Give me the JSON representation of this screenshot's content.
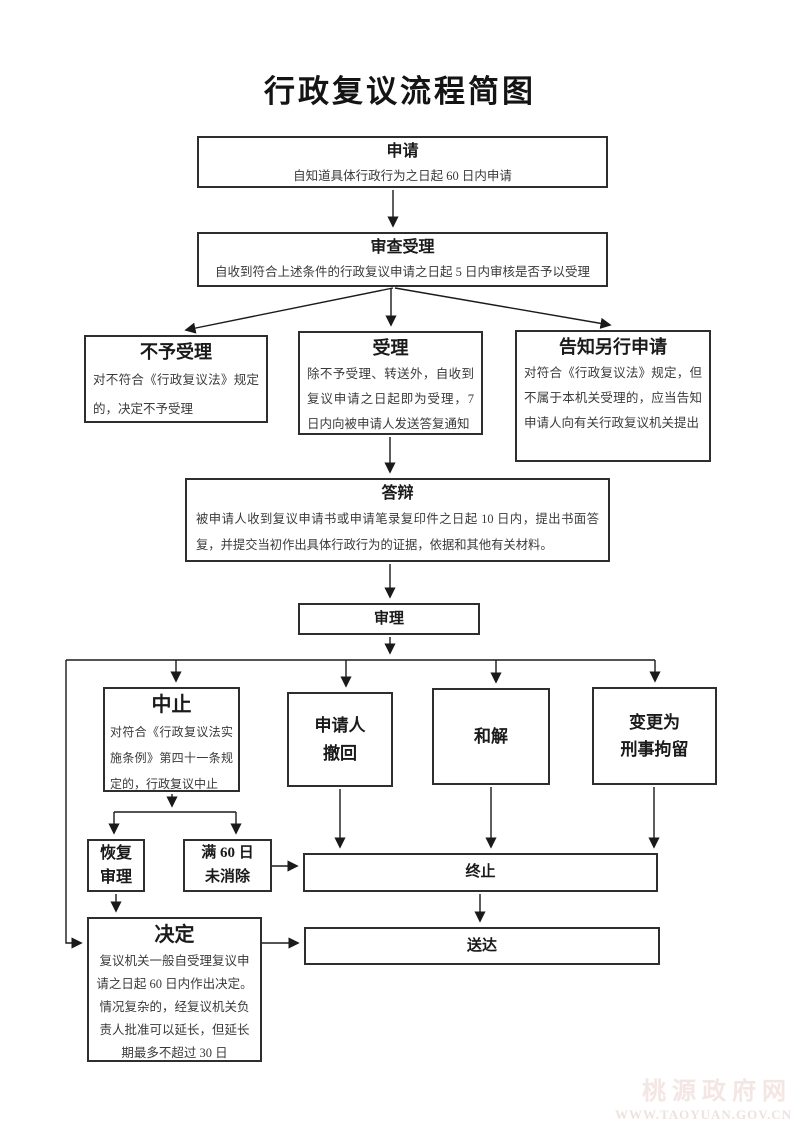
{
  "page": {
    "title": "行政复议流程简图"
  },
  "colors": {
    "line": "#1a1a1a",
    "box_border": "#2e2e2e",
    "watermark_text": "#f3e6e3"
  },
  "nodes": {
    "apply": {
      "title": "申请",
      "desc": "自知道具体行政行为之日起 60 日内申请"
    },
    "review": {
      "title": "审查受理",
      "desc": "自收到符合上述条件的行政复议申请之日起 5 日内审核是否予以受理"
    },
    "reject": {
      "title": "不予受理",
      "desc": "对不符合《行政复议法》规定的，决定不予受理"
    },
    "accept": {
      "title": "受理",
      "desc": "除不予受理、转送外，自收到复议申请之日起即为受理，7 日内向被申请人发送答复通知"
    },
    "notify": {
      "title": "告知另行申请",
      "desc": "对符合《行政复议法》规定，但不属于本机关受理的，应当告知申请人向有关行政复议机关提出"
    },
    "reply": {
      "title": "答辩",
      "desc": "被申请人收到复议申请书或申请笔录复印件之日起 10 日内，提出书面答复，并提交当初作出具体行政行为的证据，依据和其他有关材料。"
    },
    "hearing": {
      "title": "审理"
    },
    "suspend": {
      "title": "中止",
      "desc": "对符合《行政复议法实施条例》第四十一条规定的，行政复议中止"
    },
    "withdraw": {
      "title": "申请人\n撤回"
    },
    "settle": {
      "title": "和解"
    },
    "detain": {
      "title": "变更为\n刑事拘留"
    },
    "resume": {
      "title": "恢复\n审理"
    },
    "expire": {
      "title": "满 60 日\n未消除"
    },
    "terminate": {
      "title": "终止"
    },
    "decision": {
      "title": "决定",
      "desc": "复议机关一般自受理复议申请之日起 60 日内作出决定。情况复杂的，经复议机关负责人批准可以延长，但延长期最多不超过 30 日"
    },
    "deliver": {
      "title": "送达"
    }
  },
  "edges": [
    {
      "from": "apply",
      "to": "review"
    },
    {
      "from": "review",
      "to": "reject"
    },
    {
      "from": "review",
      "to": "accept"
    },
    {
      "from": "review",
      "to": "notify"
    },
    {
      "from": "accept",
      "to": "reply"
    },
    {
      "from": "reply",
      "to": "hearing"
    },
    {
      "from": "hearing",
      "to": "suspend"
    },
    {
      "from": "hearing",
      "to": "withdraw"
    },
    {
      "from": "hearing",
      "to": "settle"
    },
    {
      "from": "hearing",
      "to": "detain"
    },
    {
      "from": "hearing",
      "to": "decision"
    },
    {
      "from": "suspend",
      "to": "resume"
    },
    {
      "from": "suspend",
      "to": "expire"
    },
    {
      "from": "resume",
      "to": "decision"
    },
    {
      "from": "expire",
      "to": "terminate"
    },
    {
      "from": "withdraw",
      "to": "terminate"
    },
    {
      "from": "settle",
      "to": "terminate"
    },
    {
      "from": "detain",
      "to": "terminate"
    },
    {
      "from": "terminate",
      "to": "deliver"
    },
    {
      "from": "decision",
      "to": "deliver"
    }
  ],
  "watermark": {
    "line1": "桃源政府网",
    "line2": "WWW.TAOYUAN.GOV.CN"
  }
}
